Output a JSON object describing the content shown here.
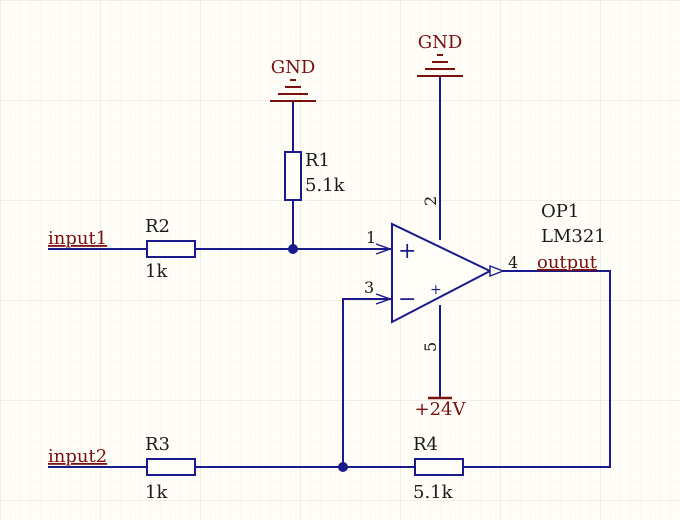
{
  "colors": {
    "background": "#fffdf7",
    "grid": "#ece6da",
    "wire": "#1a1a8c",
    "net_label": "#7a1010",
    "text": "#1a1a1a"
  },
  "power": {
    "gnd_left": "GND",
    "gnd_right": "GND",
    "vsupply": "+24V"
  },
  "components": {
    "r1": {
      "ref": "R1",
      "value": "5.1k"
    },
    "r2": {
      "ref": "R2",
      "value": "1k"
    },
    "r3": {
      "ref": "R3",
      "value": "1k"
    },
    "r4": {
      "ref": "R4",
      "value": "5.1k"
    },
    "op1": {
      "ref": "OP1",
      "part": "LM321",
      "plus": "+",
      "minus": "−",
      "bias_mark": "+"
    }
  },
  "nets": {
    "input1": "input1",
    "input2": "input2",
    "output": "output"
  },
  "pins": {
    "p1": "1",
    "p2": "2",
    "p3": "3",
    "p4": "4",
    "p5": "5"
  }
}
